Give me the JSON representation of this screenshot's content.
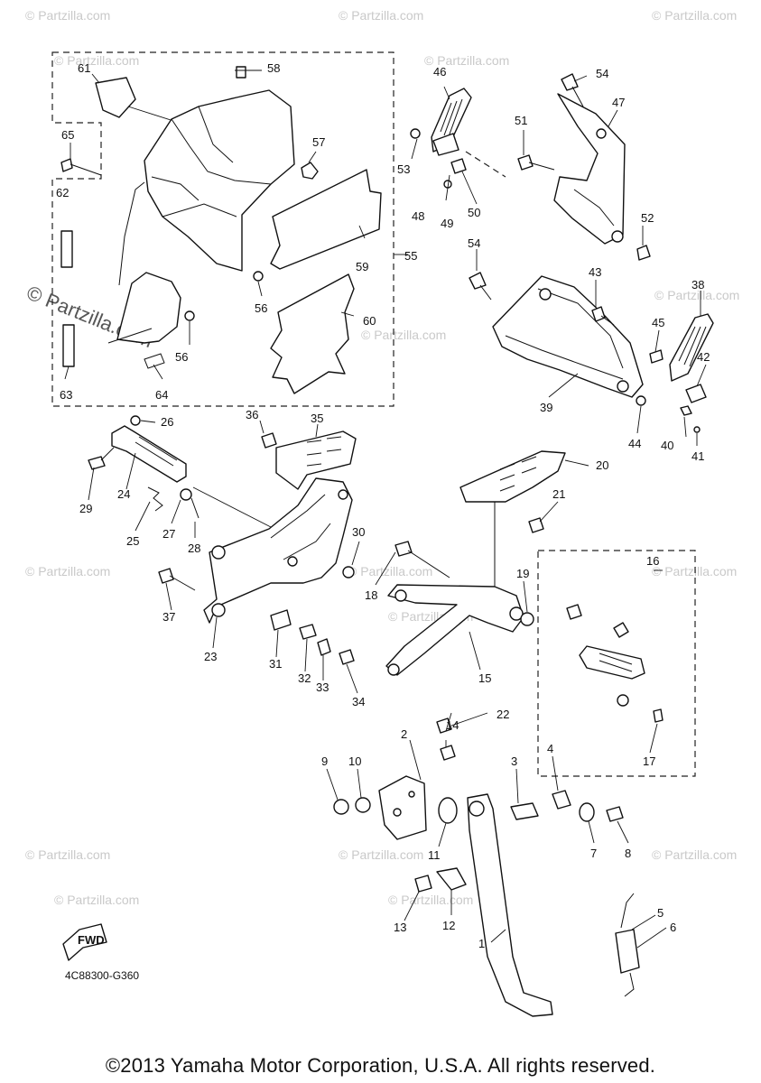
{
  "diagram": {
    "drawing_code": "4C88300-G360",
    "copyright": "©2013 Yamaha Motor Corporation, U.S.A. All rights reserved.",
    "fwd_label": "FWD",
    "watermark": "© Partzilla.com",
    "callouts": [
      "1",
      "2",
      "3",
      "4",
      "5",
      "6",
      "7",
      "8",
      "9",
      "10",
      "11",
      "12",
      "13",
      "14",
      "15",
      "16",
      "17",
      "18",
      "19",
      "20",
      "21",
      "22",
      "23",
      "24",
      "25",
      "26",
      "27",
      "28",
      "29",
      "30",
      "31",
      "32",
      "33",
      "34",
      "35",
      "36",
      "37",
      "38",
      "39",
      "40",
      "41",
      "42",
      "43",
      "44",
      "45",
      "46",
      "47",
      "48",
      "49",
      "50",
      "51",
      "52",
      "53",
      "54",
      "54",
      "55",
      "56",
      "56",
      "57",
      "58",
      "59",
      "60",
      "61",
      "62",
      "63",
      "64",
      "65"
    ]
  }
}
